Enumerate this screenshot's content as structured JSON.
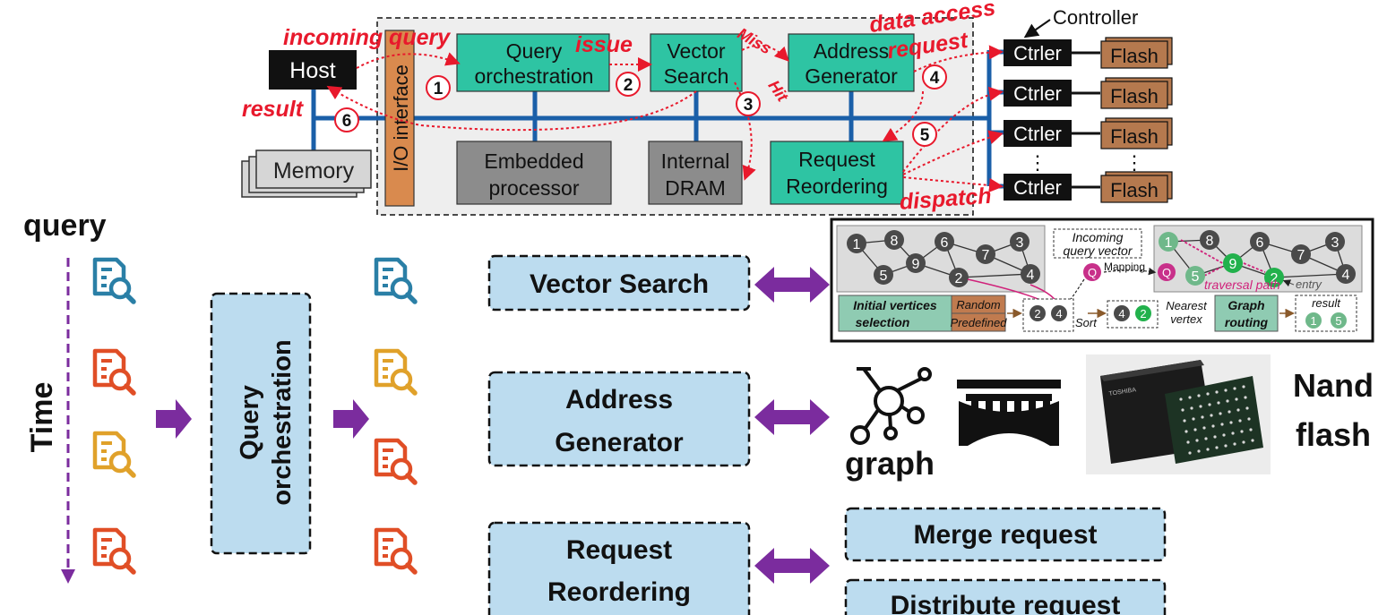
{
  "architecture": {
    "host": "Host",
    "memory": "Memory",
    "io_interface": "I/O interface",
    "query_orchestration": [
      "Query",
      "orchestration"
    ],
    "vector_search": [
      "Vector",
      "Search"
    ],
    "address_generator": [
      "Address",
      "Generator"
    ],
    "embedded_processor": [
      "Embedded",
      "processor"
    ],
    "internal_dram": [
      "Internal",
      "DRAM"
    ],
    "request_reordering": [
      "Request",
      "Reordering"
    ],
    "controller_label": "Controller",
    "ctrler": "Ctrler",
    "flash": "Flash",
    "ellipsis": "⋮",
    "annotations": {
      "incoming_query": "incoming query",
      "issue": "issue",
      "miss": "Miss",
      "hit": "Hit",
      "data_access_request": [
        "data access",
        "request"
      ],
      "result": "result",
      "dispatch": "dispatch"
    },
    "steps": [
      "1",
      "2",
      "3",
      "4",
      "5",
      "6"
    ],
    "colors": {
      "teal": "#2ec4a3",
      "orange": "#d98a4e",
      "gray": "#8c8c8c",
      "flash": "#b5794e",
      "bus": "#1a5fa8",
      "red": "#e8192c"
    }
  },
  "workflow": {
    "query_label": "query",
    "time_label": "Time",
    "query_orchestration": [
      "Query",
      "orchestration"
    ],
    "modules": {
      "vector_search": [
        "Vector Search"
      ],
      "address_generator": [
        "Address",
        "Generator"
      ],
      "request_reordering": [
        "Request",
        "Reordering"
      ]
    },
    "graph_label": "graph",
    "nand_label": [
      "Nand",
      "flash"
    ],
    "chip_brand": "TOSHIBA",
    "merge_request": "Merge request",
    "distribute_request": "Distribute request",
    "left_query_colors": [
      "#2a7fa6",
      "#e04e26",
      "#e0a12a",
      "#e04e26"
    ],
    "right_query_colors": [
      "#2a7fa6",
      "#e0a12a",
      "#e04e26",
      "#e04e26"
    ],
    "colors": {
      "module_fill": "#bcdcef",
      "arrow": "#7b2c9e",
      "time_arrow": "#7b2c9e"
    }
  },
  "inset": {
    "incoming_query_vector": [
      "Incoming",
      "query vector"
    ],
    "q": "Q",
    "mapping": "Mapping",
    "traversal_path": "traversal path",
    "entry": "entry",
    "initial_vertices_selection": [
      "Initial vertices",
      "selection"
    ],
    "random": "Random",
    "predefined": "Predefined",
    "sort": "Sort",
    "nearest_vertex": [
      "Nearest",
      "vertex"
    ],
    "graph_routing": [
      "Graph",
      "routing"
    ],
    "result": "result",
    "left_graph_nodes": [
      "1",
      "8",
      "6",
      "7",
      "3",
      "5",
      "9",
      "2",
      "4"
    ],
    "right_graph_nodes": [
      "1",
      "8",
      "6",
      "7",
      "3",
      "5",
      "9",
      "2",
      "4"
    ],
    "sorted_nodes": [
      "2",
      "4"
    ],
    "nearest_nodes": [
      "4",
      "2"
    ],
    "result_nodes": [
      "1",
      "5"
    ]
  }
}
